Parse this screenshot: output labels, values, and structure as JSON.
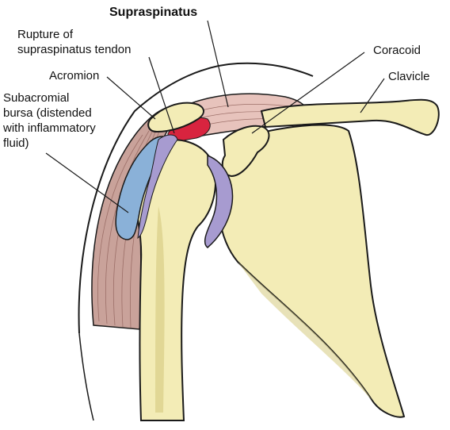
{
  "diagram": {
    "labels": {
      "supraspinatus": "Supraspinatus",
      "rupture_line1": "Rupture of",
      "rupture_line2": "supraspinatus tendon",
      "coracoid": "Coracoid",
      "acromion": "Acromion",
      "clavicle": "Clavicle",
      "bursa_line1": "Subacromial",
      "bursa_line2": "bursa (distended",
      "bursa_line3": "with inflammatory",
      "bursa_line4": "fluid)"
    },
    "colors": {
      "bone": "#f3ecb6",
      "bone_shadow": "#d9cf88",
      "muscle": "#c9a29a",
      "muscle_tendon": "#e7c3bc",
      "inflammation": "#d8243f",
      "bursa": "#8ab1d8",
      "cartilage": "#a79bd0",
      "outline": "#1a1a1a"
    }
  }
}
